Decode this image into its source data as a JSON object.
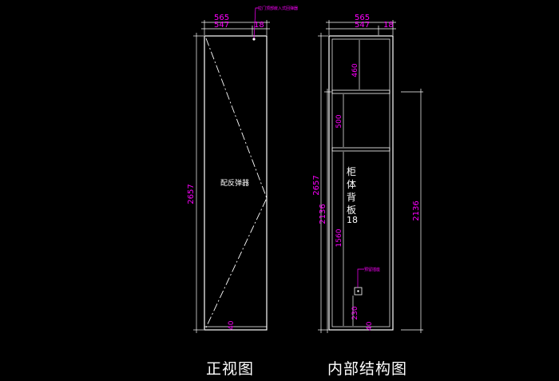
{
  "colors": {
    "background": "#000000",
    "outline": "#ffffff",
    "dimension": "#ff00ff",
    "dimension_line": "#ffffff",
    "hidden_line": "#ffffff"
  },
  "front_view": {
    "caption": "正视图",
    "dim_overall_width": "565",
    "dim_inner_width": "547",
    "dim_gap": "18",
    "dim_height": "2657",
    "dim_bottom": "40",
    "callout_note": "拉门顶部嵌入式回弹器",
    "center_label": "配反弹器"
  },
  "internal_view": {
    "caption": "内部结构图",
    "dim_overall_width": "565",
    "dim_inner_width": "547",
    "dim_gap": "18",
    "dim_top_compartment": "460",
    "dim_middle_compartment": "500",
    "dim_overall_height": "2657",
    "dim_inner_height": "2136",
    "dim_lower_compartment": "1560",
    "dim_socket_height": "230",
    "dim_bottom": "40",
    "dim_right_height": "2136",
    "back_panel_label": [
      "柜",
      "体",
      "背",
      "板"
    ],
    "back_panel_thickness": "18",
    "socket_note": "预留插座"
  }
}
